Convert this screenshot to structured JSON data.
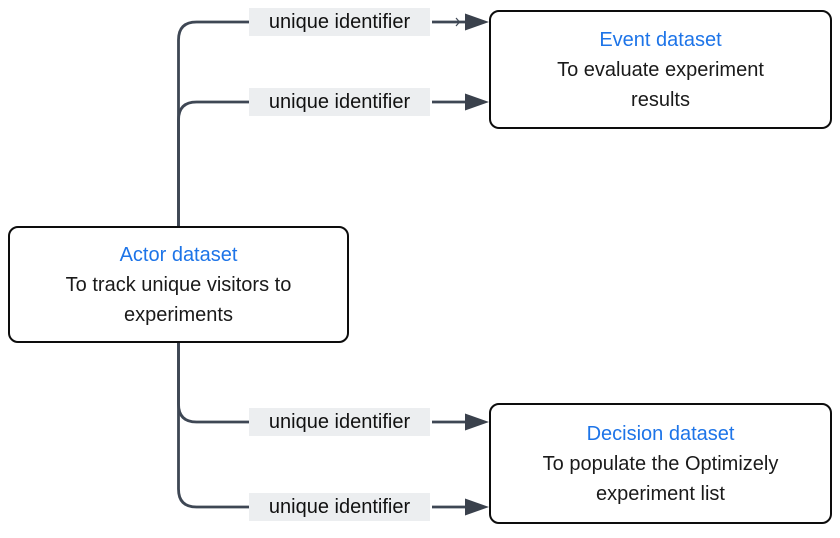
{
  "diagram": {
    "nodes": {
      "actor": {
        "title": "Actor dataset",
        "description": "To track unique visitors to\nexperiments"
      },
      "event": {
        "title": "Event dataset",
        "description": "To evaluate experiment\nresults"
      },
      "decision": {
        "title": "Decision dataset",
        "description": "To populate the Optimizely\nexperiment list"
      }
    },
    "edges": [
      {
        "from": "actor",
        "to": "event",
        "label": "unique identifier"
      },
      {
        "from": "actor",
        "to": "event",
        "label": "unique identifier"
      },
      {
        "from": "actor",
        "to": "decision",
        "label": "unique identifier"
      },
      {
        "from": "actor",
        "to": "decision",
        "label": "unique identifier"
      }
    ],
    "colors": {
      "node_title_blue": "#1d74e8",
      "edge_stroke": "#3e4754",
      "arrow_head": "#3a414c",
      "edge_label_background": "#eceef0",
      "node_border": "#0d0d0d",
      "text": "#1a1a1a",
      "background": "#ffffff"
    }
  }
}
